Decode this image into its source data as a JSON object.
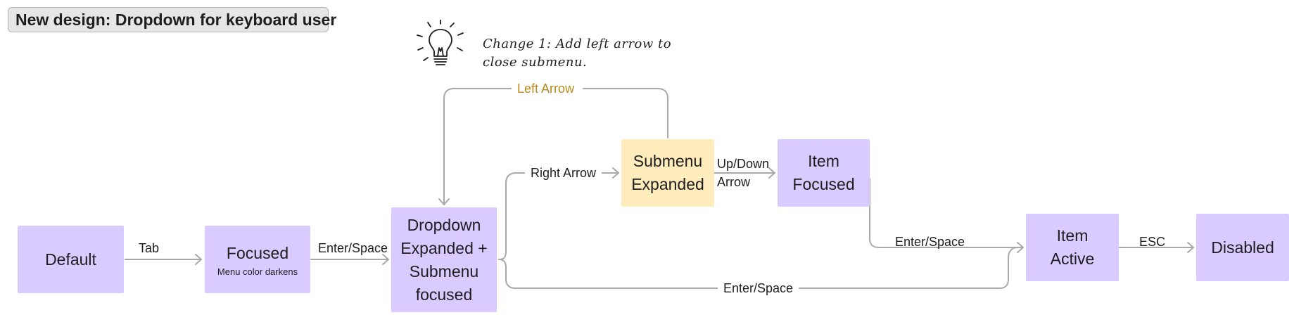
{
  "title": "New design: Dropdown for keyboard user",
  "note": {
    "text": "Change 1:  Add left arrow to\nclose submenu.",
    "icon": "lightbulb-icon"
  },
  "nodes": {
    "default": {
      "label": "Default"
    },
    "focused": {
      "label": "Focused",
      "sublabel": "Menu color darkens"
    },
    "dropdown": {
      "label": "Dropdown\nExpanded +\nSubmenu\nfocused"
    },
    "submenu": {
      "label": "Submenu\nExpanded"
    },
    "item_focused": {
      "label": "Item\nFocused"
    },
    "item_active": {
      "label": "Item\nActive"
    },
    "disabled": {
      "label": "Disabled"
    }
  },
  "edges": {
    "tab": "Tab",
    "enter_space_1": "Enter/Space",
    "right_arrow": "Right Arrow",
    "left_arrow": "Left Arrow",
    "up_down": "Up/Down\nArrow",
    "enter_space_2": "Enter/Space",
    "enter_space_3": "Enter/Space",
    "esc": "ESC"
  },
  "colors": {
    "state_node": "#d9caff",
    "highlight_node": "#ffecbd",
    "connector": "#a8a8a8",
    "change_label": "#b78a1e"
  }
}
